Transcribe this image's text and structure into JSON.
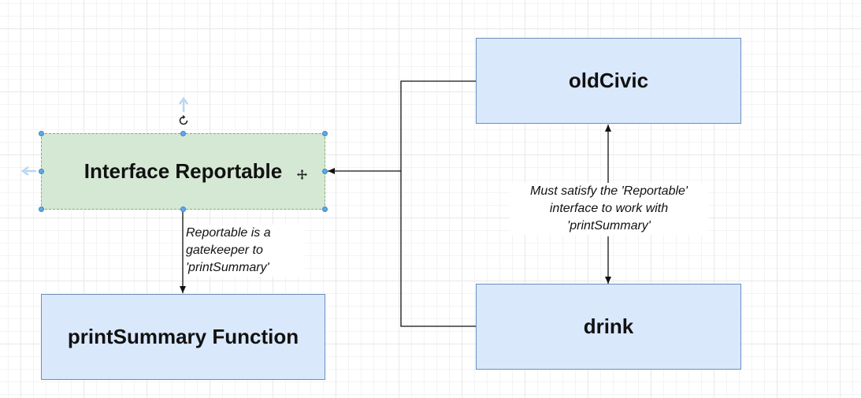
{
  "nodes": {
    "interface_reportable": "Interface Reportable",
    "print_summary": "printSummary Function",
    "old_civic": "oldCivic",
    "drink": "drink"
  },
  "labels": {
    "gatekeeper": [
      "Reportable is a",
      "gatekeeper to",
      "'printSummary'"
    ],
    "must_satisfy": [
      "Must satisfy the 'Reportable'",
      "interface to work with",
      "'printSummary'"
    ]
  },
  "colors": {
    "blue_fill": "#dae8fc",
    "blue_stroke": "#6c8ebf",
    "green_fill": "#d5e8d4",
    "green_stroke": "#82b366",
    "selection_handle": "#5fa8e6"
  },
  "icons": {
    "rotate": "rotate-handle-icon",
    "move": "move-cursor-icon"
  }
}
